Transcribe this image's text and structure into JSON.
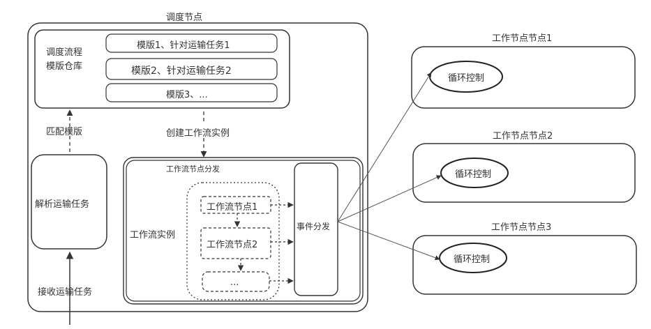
{
  "scheduler": {
    "title": "调度节点",
    "repository_label": "调度流程模版仓库",
    "templates": [
      "模版1、针对运输任务1",
      "模版2、针对运输任务2",
      "模版3、..."
    ],
    "match_label": "匹配模版",
    "parse_label": "解析运输任务",
    "submit_label": "接收运输任务",
    "create_label": "创建工作流实例",
    "instance_manage_label": "工作流节点分发",
    "instance_label": "工作流实例",
    "wf_nodes": [
      "工作流节点1",
      "工作流节点2",
      "..."
    ],
    "dispatch_label": "事件分发"
  },
  "workers": [
    {
      "title": "工作节点节点1",
      "loop": "循环控制"
    },
    {
      "title": "工作节点节点2",
      "loop": "循环控制"
    },
    {
      "title": "工作节点节点3",
      "loop": "循环控制"
    }
  ]
}
